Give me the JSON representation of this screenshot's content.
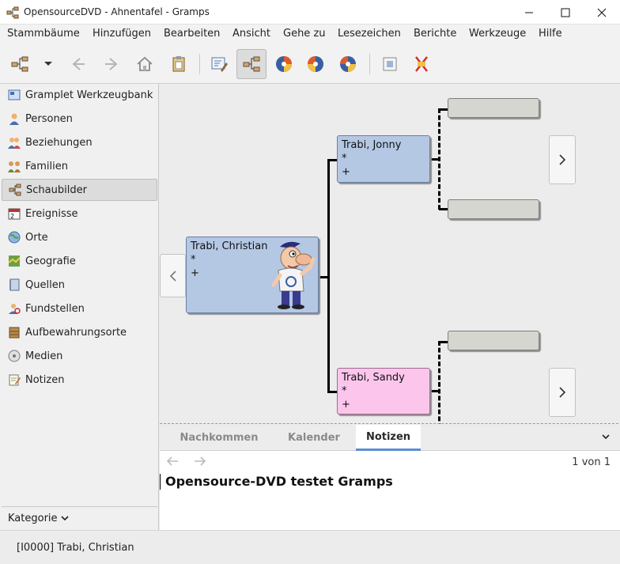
{
  "window": {
    "title": "OpensourceDVD - Ahnentafel - Gramps",
    "icon": "gramps-app-icon",
    "controls": [
      "minimize-icon",
      "maximize-icon",
      "close-icon"
    ]
  },
  "menu": [
    "Stammbäume",
    "Hinzufügen",
    "Bearbeiten",
    "Ansicht",
    "Gehe zu",
    "Lesezeichen",
    "Berichte",
    "Werkzeuge",
    "Hilfe"
  ],
  "toolbar": {
    "icons": [
      "family-tree-icon",
      "dropdown-arrow-icon",
      "back-icon",
      "forward-icon",
      "home-icon",
      "clipboard-icon",
      "edit-person-icon",
      "pedigree-view-icon",
      "fan-chart-icon",
      "descendant-fan-icon",
      "two-way-fan-icon",
      "media-icon",
      "reports-icon"
    ]
  },
  "sidebar": {
    "items": [
      {
        "label": "Gramplet Werkzeugbank",
        "icon": "gramplet-icon"
      },
      {
        "label": "Personen",
        "icon": "person-icon"
      },
      {
        "label": "Beziehungen",
        "icon": "relationships-icon"
      },
      {
        "label": "Familien",
        "icon": "families-icon"
      },
      {
        "label": "Schaubilder",
        "icon": "charts-icon",
        "selected": true
      },
      {
        "label": "Ereignisse",
        "icon": "events-icon"
      },
      {
        "label": "Orte",
        "icon": "places-icon"
      },
      {
        "label": "Geografie",
        "icon": "geography-icon"
      },
      {
        "label": "Quellen",
        "icon": "sources-icon"
      },
      {
        "label": "Fundstellen",
        "icon": "citations-icon"
      },
      {
        "label": "Aufbewahrungsorte",
        "icon": "repositories-icon"
      },
      {
        "label": "Medien",
        "icon": "media-icon"
      },
      {
        "label": "Notizen",
        "icon": "notes-icon"
      }
    ],
    "footer": "Kategorie"
  },
  "chart": {
    "root": {
      "name": "Trabi, Christian",
      "birth": "*",
      "death": "+",
      "gender": "male"
    },
    "father": {
      "name": "Trabi, Jonny",
      "birth": "*",
      "death": "+",
      "gender": "male"
    },
    "mother": {
      "name": "Trabi, Sandy",
      "birth": "*",
      "death": "+",
      "gender": "female"
    }
  },
  "bottom": {
    "tabs": [
      {
        "label": "Nachkommen",
        "active": false
      },
      {
        "label": "Kalender",
        "active": false
      },
      {
        "label": "Notizen",
        "active": true
      }
    ],
    "page": "1 von 1",
    "note": "Opensource-DVD testet Gramps"
  },
  "status": "[I0000] Trabi, Christian",
  "colors": {
    "male": "#b4c8e4",
    "female": "#fcc6ec",
    "empty": "#d6d6d0",
    "active_tab_underline": "#5b8fd4"
  }
}
